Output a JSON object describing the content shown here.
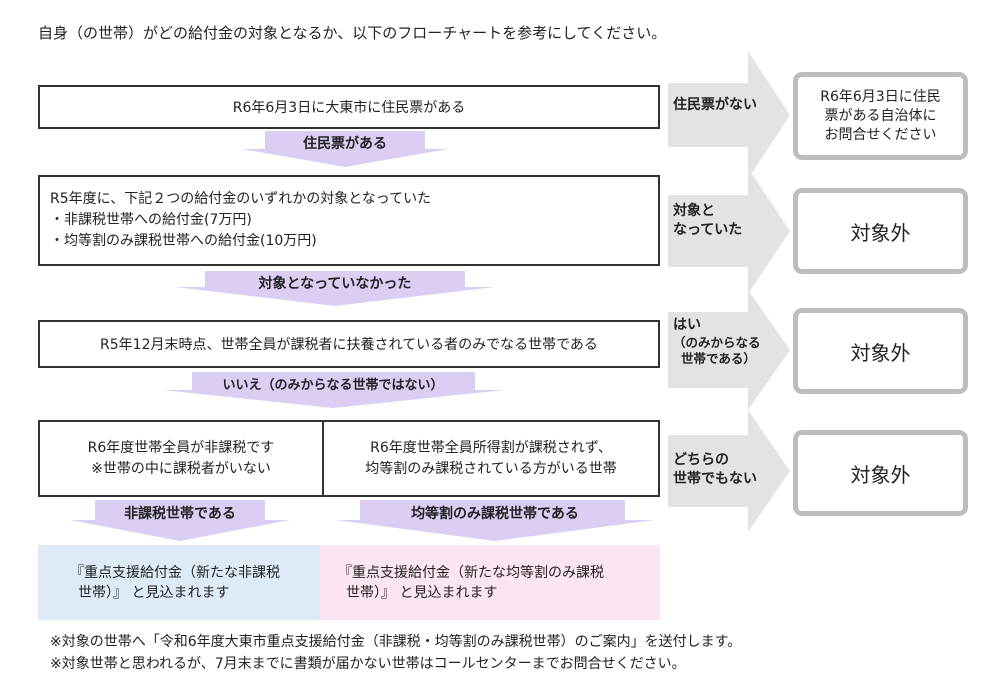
{
  "intro": "自身（の世帯）がどの給付金の対象となるか、以下のフローチャートを参考にしてください。",
  "steps": {
    "q1": "R6年6月3日に大東市に住民票がある",
    "q1_yes": "住民票がある",
    "q1_no": "住民票がない",
    "q2_line1": "R5年度に、下記２つの給付金のいずれかの対象となっていた",
    "q2_line2": "・非課税世帯への給付金(7万円)",
    "q2_line3": "・均等割のみ課税世帯への給付金(10万円)",
    "q2_no": "対象となっていなかった",
    "q2_yes_line1": "対象と",
    "q2_yes_line2": "なっていた",
    "q3": "R5年12月末時点、世帯全員が課税者に扶養されている者のみでなる世帯である",
    "q3_no": "いいえ（のみからなる世帯ではない）",
    "q3_yes_line1": "はい",
    "q3_yes_line2": "（のみからなる",
    "q3_yes_line3": "世帯である）",
    "q4a_line1": "R6年度世帯全員が非課税です",
    "q4a_line2": "※世帯の中に課税者がいない",
    "q4b_line1": "R6年度世帯全員所得割が課税されず、",
    "q4b_line2": "均等割のみ課税されている方がいる世帯",
    "q4a_label": "非課税世帯である",
    "q4b_label": "均等割のみ課税世帯である",
    "q4_none_line1": "どちらの",
    "q4_none_line2": "世帯でもない"
  },
  "results": {
    "r1_line1": "R6年6月3日に住民",
    "r1_line2": "票がある自治体に",
    "r1_line3": "お問合せください",
    "r2": "対象外",
    "r3": "対象外",
    "r4": "対象外"
  },
  "finals": {
    "a_line1": "『重点支援給付金（新たな非課税",
    "a_line2": "世帯）』 と見込まれます",
    "b_line1": "『重点支援給付金（新たな均等割のみ課税",
    "b_line2": "世帯）』 と見込まれます"
  },
  "notes": {
    "n1": "※対象の世帯へ「令和6年度大東市重点支援給付金（非課税・均等割のみ課税世帯）のご案内」を送付します。",
    "n2": "※対象世帯と思われるが、7月末までに書類が届かない世帯はコールセンターまでお問合せください。"
  },
  "colors": {
    "down_arrow": "#dccdf3",
    "right_arrow": "#e3e3e3",
    "result_border": "#bdbdbd",
    "final_a_bg": "#deeaf6",
    "final_b_bg": "#fbe5f3"
  }
}
